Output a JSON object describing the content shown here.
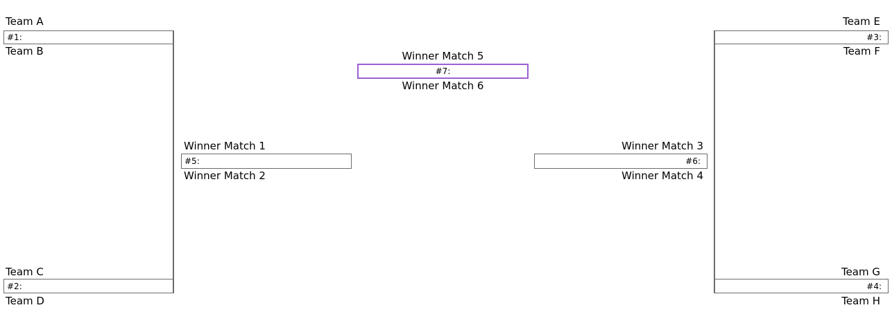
{
  "matches": {
    "m1": {
      "label": "#1:",
      "top": "Team A",
      "bottom": "Team B"
    },
    "m2": {
      "label": "#2:",
      "top": "Team C",
      "bottom": "Team D"
    },
    "m3": {
      "label": "#3:",
      "top": "Team E",
      "bottom": "Team F"
    },
    "m4": {
      "label": "#4:",
      "top": "Team G",
      "bottom": "Team H"
    },
    "m5": {
      "label": "#5:",
      "top": "Winner Match 1",
      "bottom": "Winner Match 2"
    },
    "m6": {
      "label": "#6:",
      "top": "Winner Match 3",
      "bottom": "Winner Match 4"
    },
    "m7": {
      "label": "#7:",
      "top": "Winner Match 5",
      "bottom": "Winner Match 6"
    }
  },
  "colors": {
    "line": "#6b6b6b",
    "final_highlight": "#9c5fd6",
    "text": "#000000",
    "background": "#ffffff"
  }
}
